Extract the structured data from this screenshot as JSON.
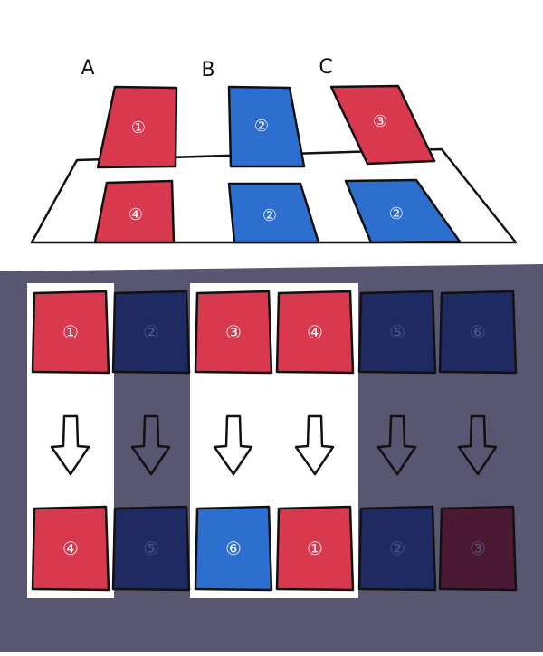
{
  "top_diagram": {
    "column_labels": [
      "A",
      "B",
      "C"
    ],
    "back_row_cards": [
      {
        "number": "①",
        "color": "red"
      },
      {
        "number": "②",
        "color": "blue"
      },
      {
        "number": "③",
        "color": "red"
      }
    ],
    "front_row_cards": [
      {
        "number": "④",
        "color": "red"
      },
      {
        "number": "②",
        "color": "blue"
      },
      {
        "number": "②",
        "color": "blue"
      }
    ]
  },
  "bottom_diagram": {
    "top_row": [
      {
        "number": "①",
        "color": "red",
        "highlighted": true
      },
      {
        "number": "②",
        "color": "navy",
        "highlighted": false
      },
      {
        "number": "③",
        "color": "red",
        "highlighted": true
      },
      {
        "number": "④",
        "color": "red",
        "highlighted": true
      },
      {
        "number": "⑤",
        "color": "navy",
        "highlighted": false
      },
      {
        "number": "⑥",
        "color": "navy",
        "highlighted": false
      }
    ],
    "bottom_row": [
      {
        "number": "④",
        "color": "red",
        "highlighted": true
      },
      {
        "number": "⑤",
        "color": "navy",
        "highlighted": false
      },
      {
        "number": "⑥",
        "color": "blue",
        "highlighted": true
      },
      {
        "number": "①",
        "color": "red",
        "highlighted": true
      },
      {
        "number": "②",
        "color": "navy",
        "highlighted": false
      },
      {
        "number": "③",
        "color": "maroon",
        "highlighted": false
      }
    ],
    "arrow_icon": "down-arrow-icon"
  },
  "colors": {
    "red": "#d8394e",
    "blue": "#2d6fcf",
    "navy": "#1f2a63",
    "maroon": "#4a1a35",
    "panel_bg": "#585670",
    "highlight": "#ffffff",
    "outline": "#111111"
  }
}
